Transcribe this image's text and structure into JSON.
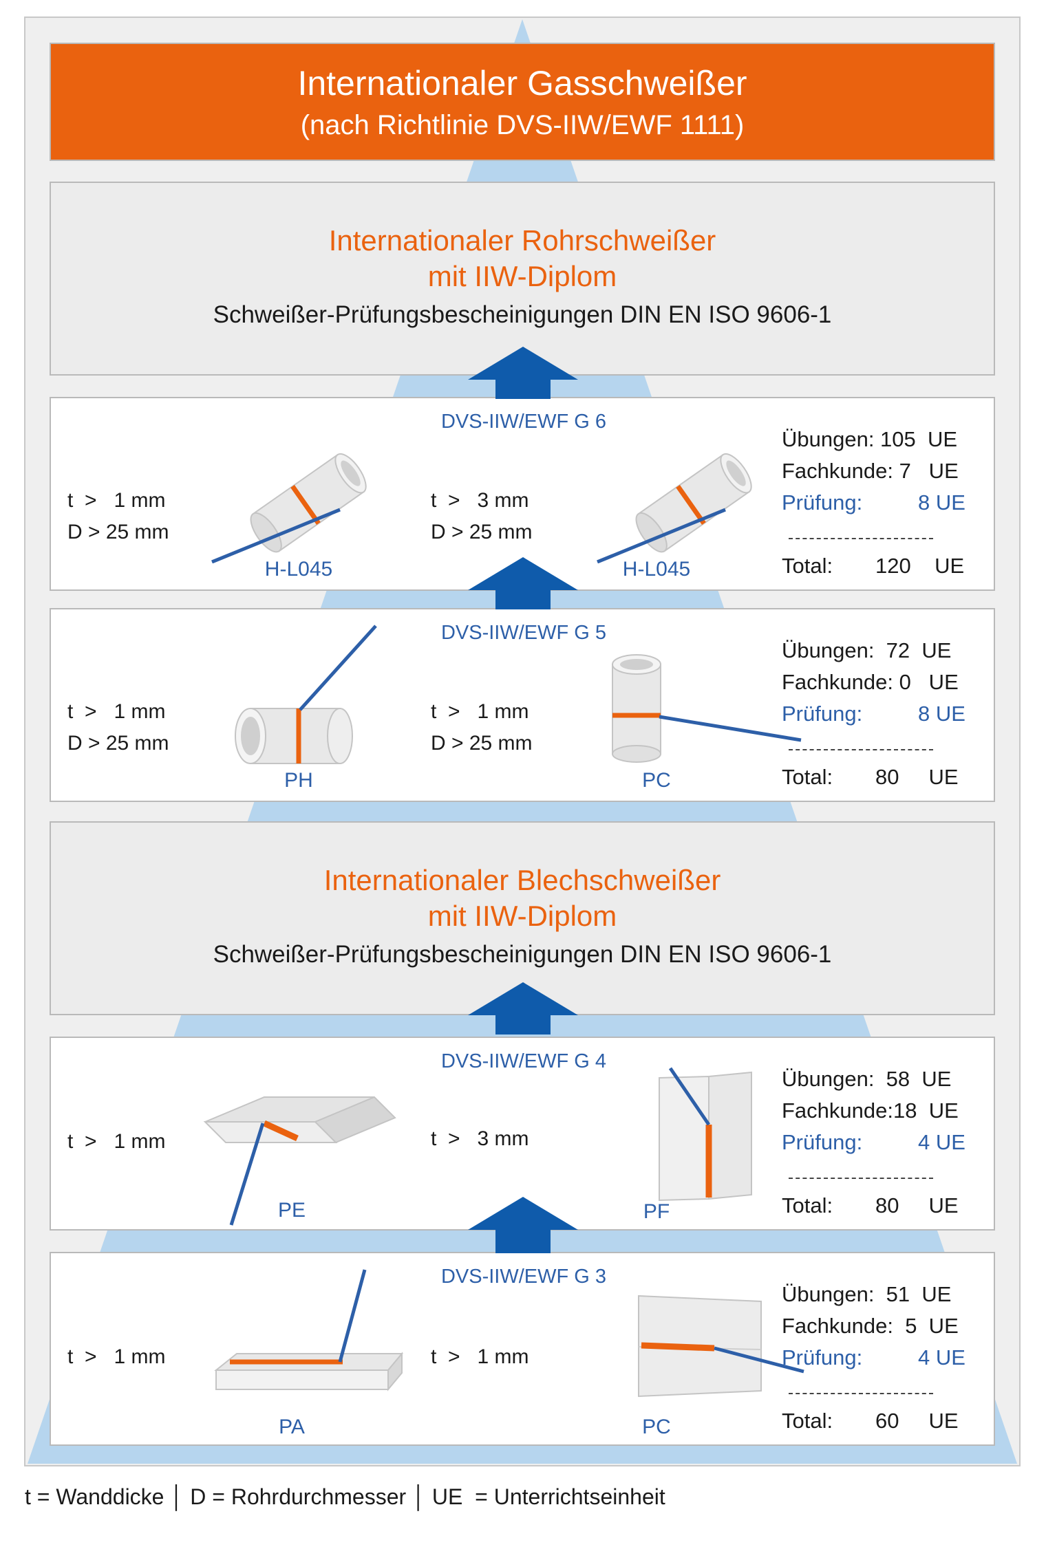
{
  "header": {
    "line1": "Internationaler Gasschweißer",
    "line2": "(nach Richtlinie DVS-IIW/EWF 1111)"
  },
  "pipe_cert": {
    "line1": "Internationaler     Rohrschweißer",
    "line2": "mit IIW-Diplom",
    "line3": "Schweißer-Prüfungsbescheinigungen DIN EN ISO 9606-1"
  },
  "plate_cert": {
    "line1": "Internationaler Blechschweißer",
    "line2": "mit IIW-Diplom",
    "line3": "Schweißer-Prüfungsbescheinigungen DIN EN ISO 9606-1"
  },
  "levels": [
    {
      "title": "DVS-IIW/EWF G 6",
      "left": {
        "t": "t  >   1 mm",
        "d": "D > 25 mm",
        "pos": "H-L045"
      },
      "right": {
        "t": "t  >   3 mm",
        "d": "D > 25 mm",
        "pos": "H-L045"
      },
      "stats": {
        "ueb": "Übungen: 105  UE",
        "fach": "Fachkunde: 7   UE",
        "pruef_l": "Prüfung:",
        "pruef_v": "8 UE",
        "total_l": "Total:",
        "total_v": "120    UE"
      }
    },
    {
      "title": "DVS-IIW/EWF G 5",
      "left": {
        "t": "t  >   1 mm",
        "d": "D > 25 mm",
        "pos": "PH"
      },
      "right": {
        "t": "t  >   1 mm",
        "d": "D > 25 mm",
        "pos": "PC"
      },
      "stats": {
        "ueb": "Übungen:  72  UE",
        "fach": "Fachkunde: 0   UE",
        "pruef_l": "Prüfung:",
        "pruef_v": "8 UE",
        "total_l": "Total:",
        "total_v": "80     UE"
      }
    },
    {
      "title": "DVS-IIW/EWF G 4",
      "left": {
        "t": "t  >   1 mm",
        "pos": "PE"
      },
      "right": {
        "t": "t  >   3 mm",
        "pos": "PF"
      },
      "stats": {
        "ueb": "Übungen:  58  UE",
        "fach": "Fachkunde:18  UE",
        "pruef_l": "Prüfung:",
        "pruef_v": "4 UE",
        "total_l": "Total:",
        "total_v": "80     UE"
      }
    },
    {
      "title": "DVS-IIW/EWF G 3",
      "left": {
        "t": "t  >   1 mm",
        "pos": "PA"
      },
      "right": {
        "t": "t  >   1 mm",
        "pos": "PC"
      },
      "stats": {
        "ueb": "Übungen:  51  UE",
        "fach": "Fachkunde:  5  UE",
        "pruef_l": "Prüfung:",
        "pruef_v": "4 UE",
        "total_l": "Total:",
        "total_v": "60     UE"
      }
    }
  ],
  "legend": "t = Wanddicke │ D = Rohrdurchmesser │ UE  = Unterrichtseinheit",
  "colors": {
    "orange": "#ea620f",
    "blue": "#2d5fa8",
    "arrow": "#0f5bab",
    "pyramid": "#b6d5ee"
  }
}
